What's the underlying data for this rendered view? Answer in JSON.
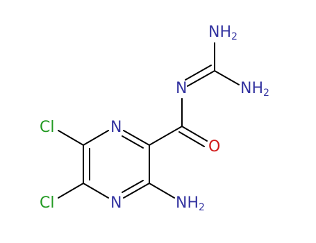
{
  "molecule": {
    "colors": {
      "bond": "#000000",
      "nitrogen": "#3333a0",
      "oxygen": "#d11a1a",
      "chlorine": "#229a22"
    },
    "labels": {
      "nh2_top": {
        "main": "NH",
        "sub": "2",
        "element": "nitrogen"
      },
      "nh2_right": {
        "main": "NH",
        "sub": "2",
        "element": "nitrogen"
      },
      "n_imine": {
        "main": "N",
        "sub": "",
        "element": "nitrogen"
      },
      "n_ring_top": {
        "main": "N",
        "sub": "",
        "element": "nitrogen"
      },
      "n_ring_bottom": {
        "main": "N",
        "sub": "",
        "element": "nitrogen"
      },
      "o_carbonyl": {
        "main": "O",
        "sub": "",
        "element": "oxygen"
      },
      "cl_top": {
        "main": "Cl",
        "sub": "",
        "element": "chlorine"
      },
      "cl_bottom": {
        "main": "Cl",
        "sub": "",
        "element": "chlorine"
      },
      "nh2_amino": {
        "main": "NH",
        "sub": "2",
        "element": "nitrogen"
      }
    }
  }
}
